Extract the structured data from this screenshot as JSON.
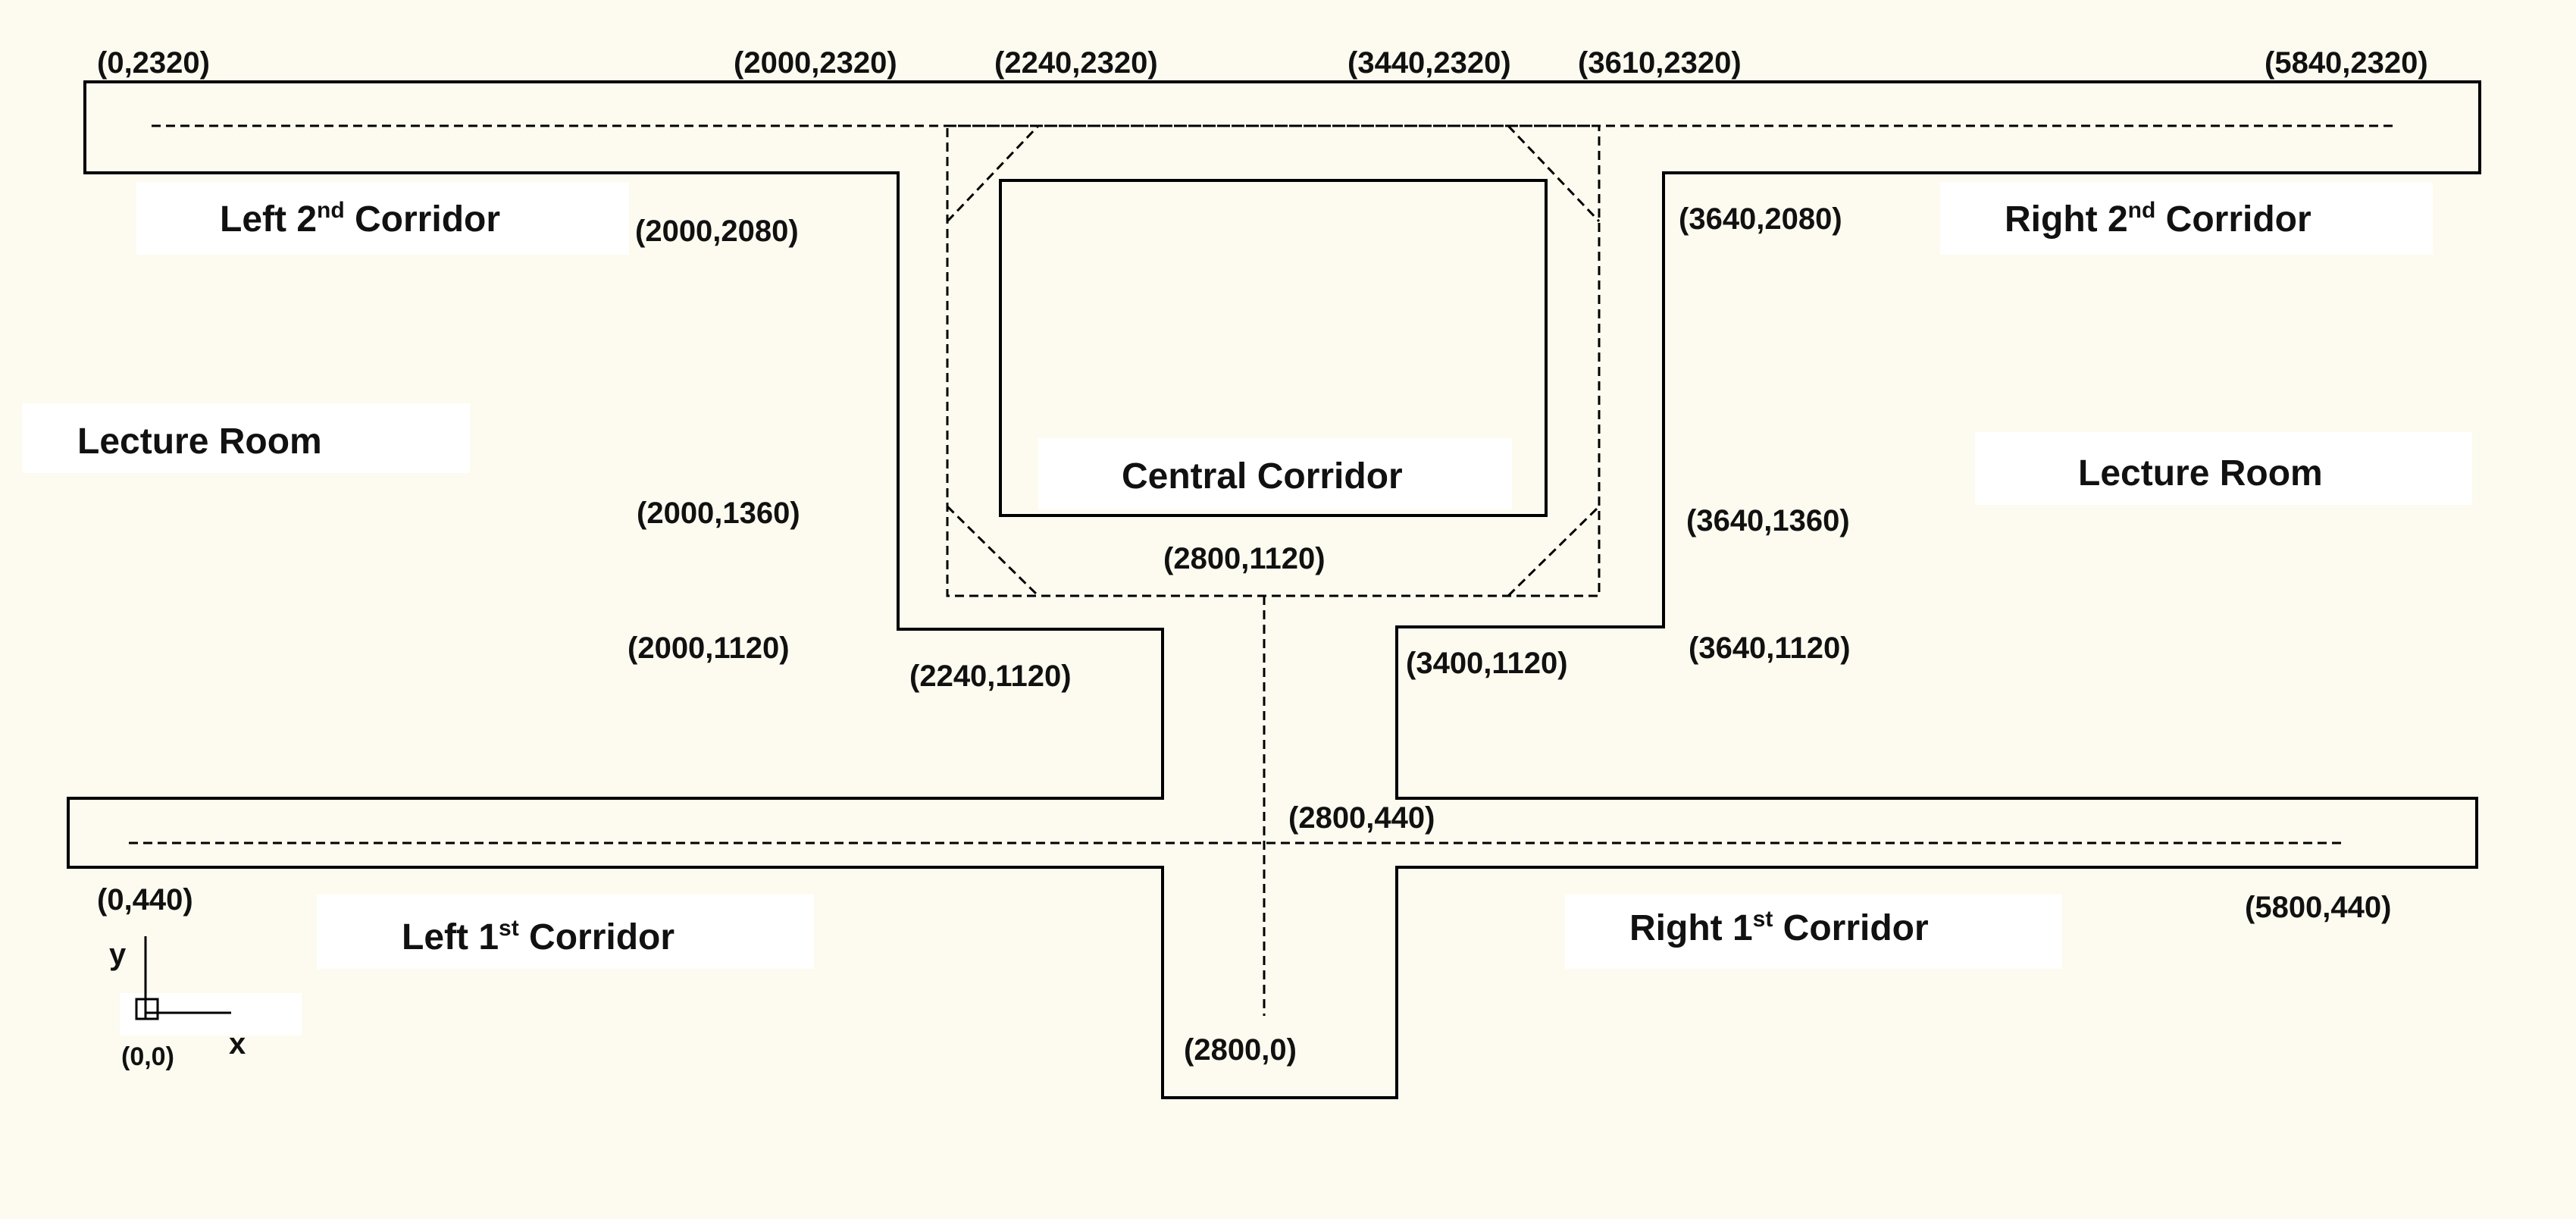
{
  "colors": {
    "background": "#fdfbf0",
    "label_box": "#ffffff",
    "line": "#000000"
  },
  "labels": {
    "left_2nd": {
      "pre": "Left 2",
      "sup": "nd",
      "post": " Corridor"
    },
    "right_2nd": {
      "pre": "Right 2",
      "sup": "nd",
      "post": " Corridor"
    },
    "lecture_left": "Lecture Room",
    "lecture_right": "Lecture Room",
    "central": "Central  Corridor",
    "left_1st": {
      "pre": "Left 1",
      "sup": "st",
      "post": "  Corridor"
    },
    "right_1st": {
      "pre": "Right 1",
      "sup": "st",
      "post": "  Corridor"
    }
  },
  "coordinates": {
    "c_0_2320": "(0,2320)",
    "c_2000_2320": "(2000,2320)",
    "c_2240_2320": "(2240,2320)",
    "c_3440_2320": "(3440,2320)",
    "c_3610_2320": "(3610,2320)",
    "c_5840_2320": "(5840,2320)",
    "c_2000_2080": "(2000,2080)",
    "c_3640_2080": "(3640,2080)",
    "c_2000_1360": "(2000,1360)",
    "c_3640_1360": "(3640,1360)",
    "c_2800_1120": "(2800,1120)",
    "c_2000_1120": "(2000,1120)",
    "c_2240_1120": "(2240,1120)",
    "c_3400_1120": "(3400,1120)",
    "c_3640_1120": "(3640,1120)",
    "c_2800_440": "(2800,440)",
    "c_0_440": "(0,440)",
    "c_5800_440": "(5800,440)",
    "c_2800_0": "(2800,0)",
    "c_0_0": "(0,0)"
  },
  "axes": {
    "x": "x",
    "y": "y"
  }
}
